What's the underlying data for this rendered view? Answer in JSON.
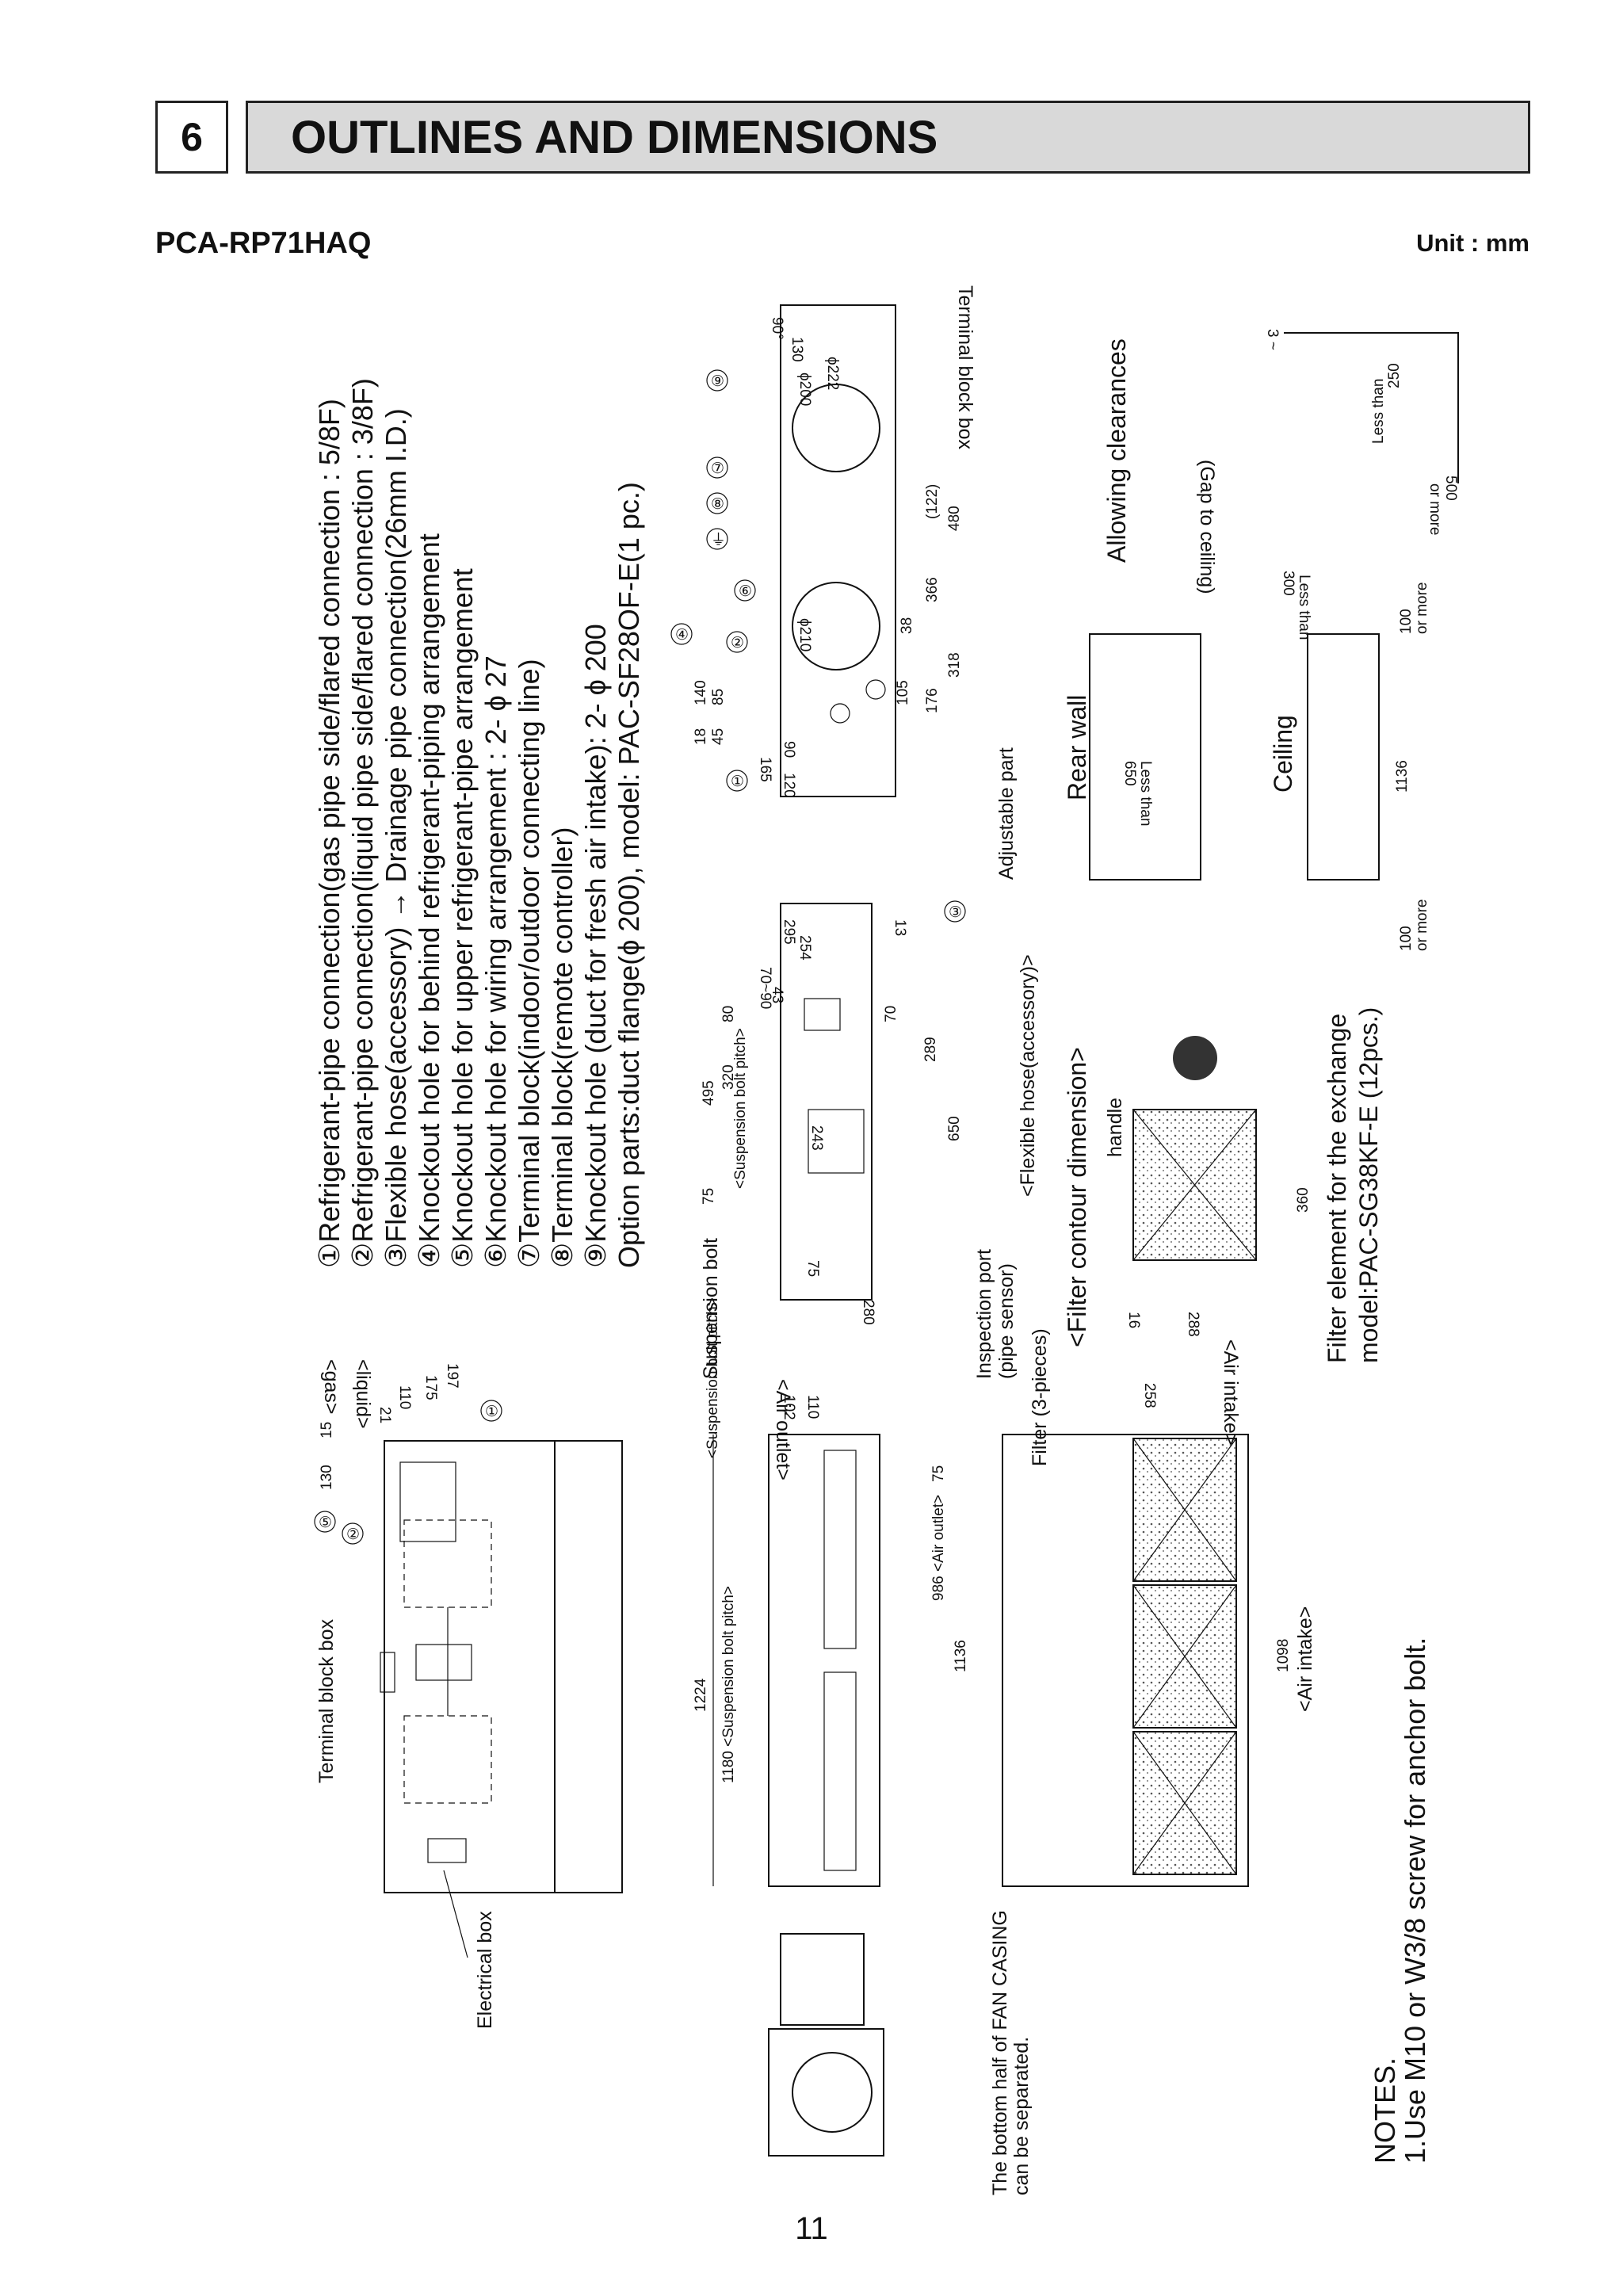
{
  "section": {
    "number": "6",
    "title": "OUTLINES AND DIMENSIONS"
  },
  "model": "PCA-RP71HAQ",
  "unit": "Unit : mm",
  "page_number": "11",
  "legend": [
    "①Refrigerant-pipe connection(gas pipe side/flared connection : 5/8F)",
    "②Refrigerant-pipe connection(liquid pipe side/flared connection : 3/8F)",
    "③Flexible hose(accessory) → Drainage pipe connection(26mm I.D.)",
    "④Knockout hole for behind refrigerant-piping arrangement",
    "⑤Knockout hole for upper refrigerant-pipe arrangement",
    "⑥Knockout hole for wiring arrangement : 2- ϕ 27",
    "⑦Terminal block(indoor/outdoor connecting line)",
    "⑧Terminal block(remote controller)",
    "⑨Knockout hole (duct for fresh air intake): 2- ϕ 200",
    "Option parts:duct flange(ϕ 200), model: PAC-SF28OF-E(1 pc.)"
  ],
  "notes": {
    "heading": "NOTES.",
    "items": [
      "1.Use M10 or W3/8 screw for anchor bolt."
    ]
  },
  "labels": {
    "terminal_block_box": "Terminal block box",
    "electrical_box": "Electrical box",
    "suspension_bolt": "Suspension bolt",
    "inspection_port": "Inspection port",
    "pipe_sensor": "(pipe sensor)",
    "filter_3pieces": "Filter (3-pieces)",
    "fan_casing_1": "The bottom half of FAN CASING",
    "fan_casing_2": "can be separated.",
    "adjustable_part": "Adjustable part",
    "flexible_hose": "<Flexible hose(accessory)>",
    "filter_contour": "<Filter contour dimension>",
    "handle": "handle",
    "filter_element_1": "Filter element for the exchange",
    "filter_element_2": "model:PAC-SG38KF-E (12pcs.)",
    "allowing_clearances": "Allowing clearances",
    "rear_wall": "Rear wall",
    "ceiling": "Ceiling",
    "gap_to_ceiling": "(Gap to ceiling)",
    "gas": "<gas>",
    "liquid": "<liquid>",
    "air_outlet": "<Air outlet>",
    "air_intake": "<Air intake>",
    "susp_pitch": "<Suspension bolt pitch>",
    "less_than": "Less than",
    "or_more": "or more"
  },
  "dims": {
    "d130": "130",
    "d15": "15",
    "d21": "21",
    "d110": "110",
    "d175": "175",
    "d197": "197",
    "d1224": "1224",
    "d1180_pitch": "1180 <Suspension bolt pitch>",
    "d986": "986 <Air outlet>",
    "d1136": "1136",
    "d75": "75",
    "d102": "102",
    "d1098": "1098",
    "d258": "258",
    "d495": "495",
    "d320": "320",
    "d80": "80",
    "d289": "289",
    "d650": "650",
    "d70": "70",
    "d280": "280",
    "d243": "243",
    "d295": "295",
    "d254": "254",
    "d70_90": "70~90",
    "d13": "13",
    "d43": "43",
    "d16": "16",
    "d288": "288",
    "d360": "360",
    "d18": "18",
    "d140": "140",
    "d45": "45",
    "d85": "85",
    "d165": "165",
    "d120": "120",
    "d90": "90",
    "d105": "105",
    "d176": "176",
    "d318": "318",
    "d38": "38",
    "d366": "366",
    "d122": "(122)",
    "d480": "480",
    "d210": "ϕ210",
    "d200": "ϕ200",
    "d222": "ϕ222",
    "d130b": "130",
    "d90deg": "90°",
    "d500": "500",
    "d250": "250",
    "d3": "3 ~",
    "d300": "300",
    "d100": "100"
  },
  "callouts": [
    "①",
    "②",
    "③",
    "④",
    "⑤",
    "⑥",
    "⑦",
    "⑧",
    "⑨",
    "⏚"
  ]
}
